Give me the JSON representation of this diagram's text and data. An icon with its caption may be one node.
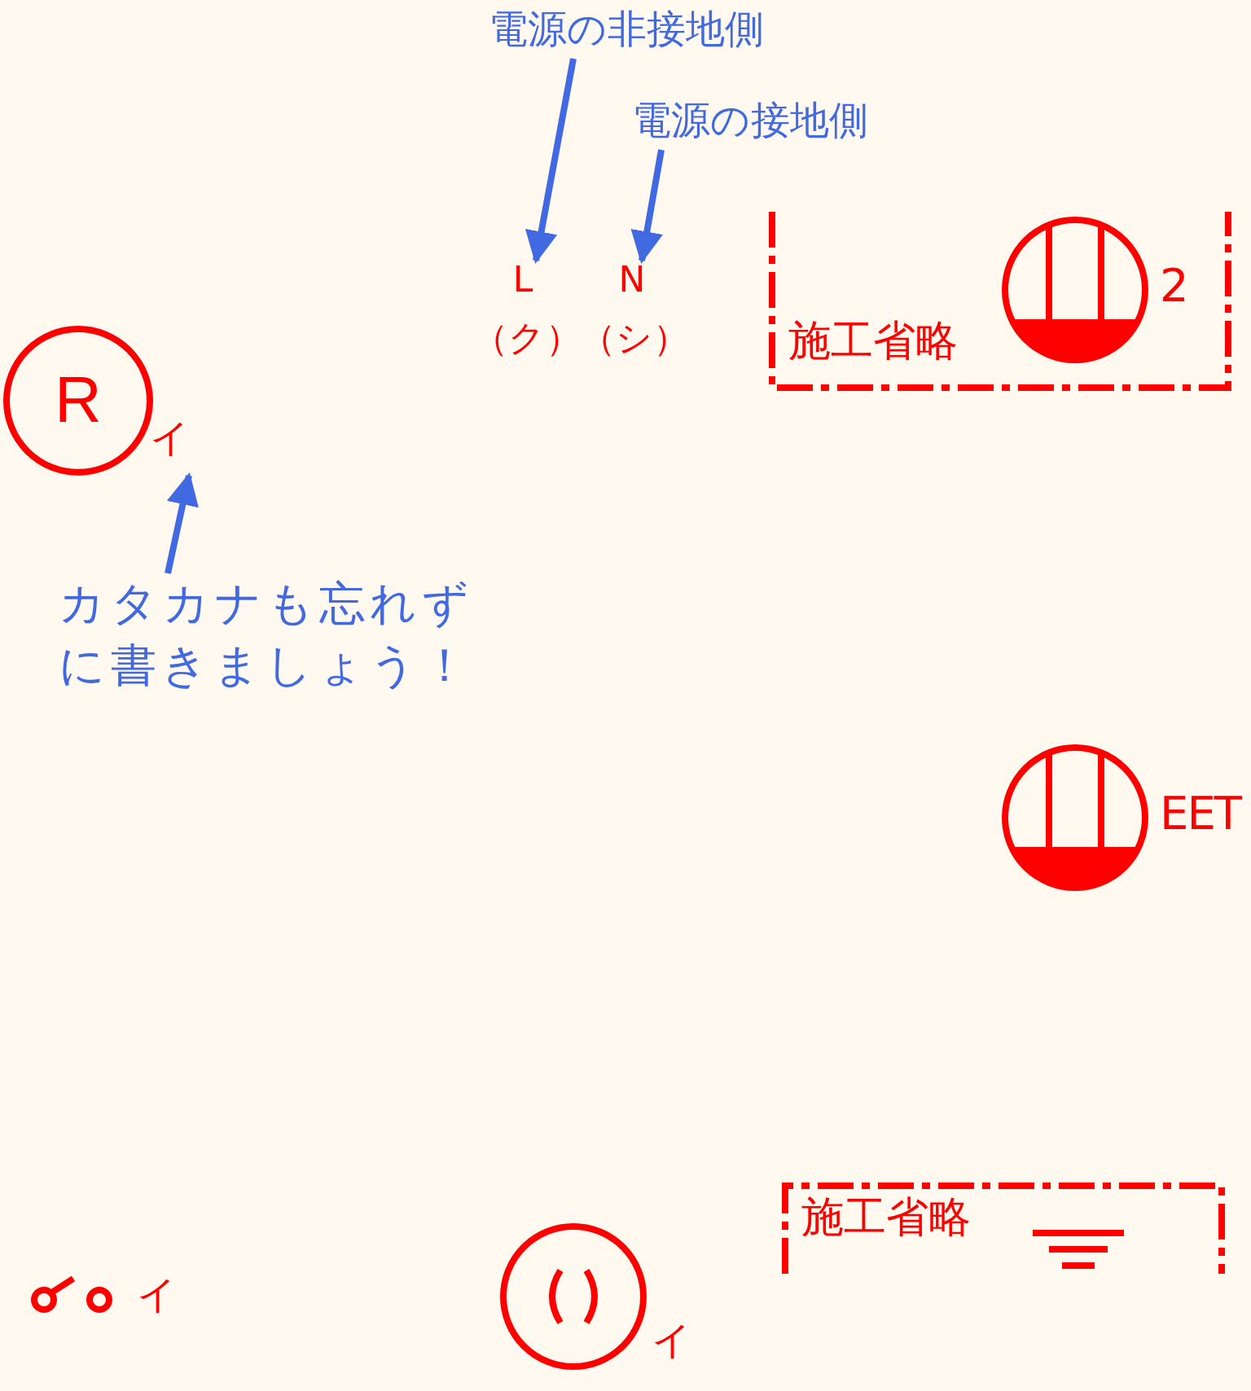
{
  "diagram": {
    "nodes": [
      {
        "text": [
          "電源の非接地側"
        ]
      },
      {
        "text": [
          "電源の接地側"
        ]
      },
      {
        "text": [
          "L",
          "（ク）"
        ]
      },
      {
        "text": [
          "N",
          "（シ）"
        ]
      },
      {
        "text": [
          "R"
        ],
        "beside": [
          "イ"
        ]
      },
      {
        "text": [
          "カタカナも忘れずに書きましょう！"
        ]
      },
      {
        "text": [
          "施工省略"
        ]
      },
      {
        "text": [],
        "shape": "circle",
        "in": 6,
        "beside": [
          "2"
        ]
      },
      {
        "text": [],
        "shape": "circle",
        "beside": [
          "EET"
        ]
      },
      {
        "text": [],
        "shape": "picture",
        "beside": [
          "イ"
        ]
      },
      {
        "text": [],
        "shape": "circle",
        "beside": [
          "イ"
        ]
      },
      {
        "text": [
          "施工省略"
        ]
      },
      {
        "text": [],
        "shape": "picture",
        "in": 11
      }
    ],
    "edges": [
      {
        "from": 0,
        "to": 2,
        "arrow": "to"
      },
      {
        "from": 1,
        "to": 3,
        "arrow": "to"
      },
      {
        "from": 5,
        "to": 4,
        "arrow": "to"
      }
    ]
  }
}
